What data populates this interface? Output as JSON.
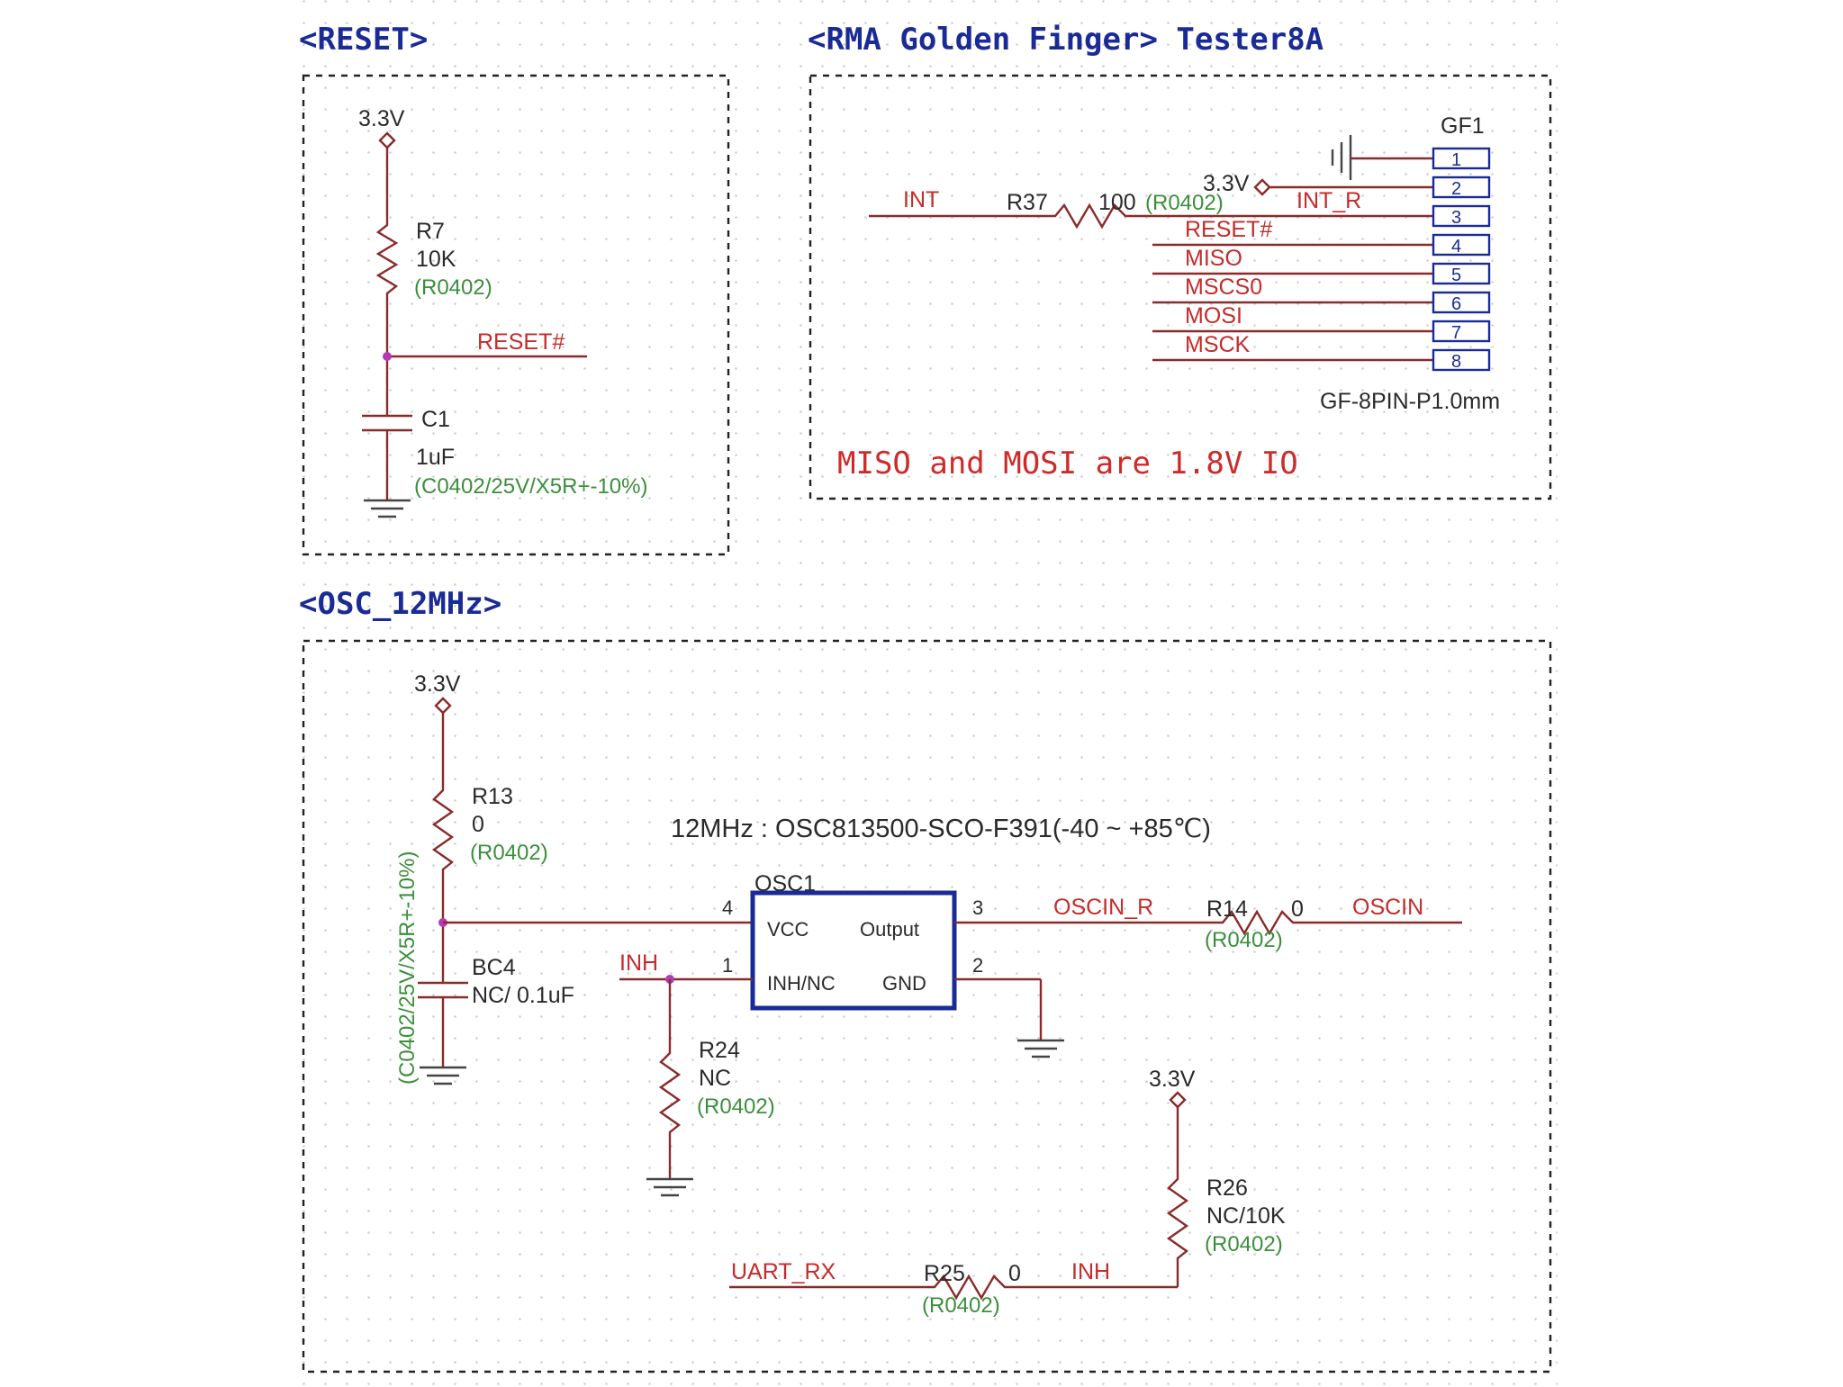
{
  "sections": {
    "reset_title": "<RESET>",
    "golden_title": "<RMA Golden Finger> Tester8A",
    "osc_title": "<OSC_12MHz>"
  },
  "reset": {
    "supply": "3.3V",
    "r7": {
      "ref": "R7",
      "value": "10K",
      "package": "(R0402)"
    },
    "net_reset": "RESET#",
    "c1": {
      "ref": "C1",
      "value": "1uF",
      "package": "(C0402/25V/X5R+-10%)"
    }
  },
  "golden": {
    "connector_ref": "GF1",
    "connector_type": "GF-8PIN-P1.0mm",
    "supply": "3.3V",
    "net_int": "INT",
    "r37": {
      "ref": "R37",
      "value": "100",
      "package": "(R0402)"
    },
    "net_int_r": "INT_R",
    "signals": [
      "RESET#",
      "MISO",
      "MSCS0",
      "MOSI",
      "MSCK"
    ],
    "pins": [
      "1",
      "2",
      "3",
      "4",
      "5",
      "6",
      "7",
      "8"
    ],
    "note": "MISO and MOSI are 1.8V IO"
  },
  "osc": {
    "supply_main": "3.3V",
    "r13": {
      "ref": "R13",
      "value": "0",
      "package": "(R0402)"
    },
    "bc4": {
      "ref": "BC4",
      "value": "NC/ 0.1uF",
      "package": "(C0402/25V/X5R+-10%)"
    },
    "part_note": "12MHz : OSC813500-SCO-F391(-40 ~ +85℃)",
    "osc1": {
      "ref": "OSC1",
      "pin_vcc": "VCC",
      "pin_output": "Output",
      "pin_inh": "INH/NC",
      "pin_gnd": "GND",
      "pin_num_vcc": "4",
      "pin_num_output": "3",
      "pin_num_inh": "1",
      "pin_num_gnd": "2"
    },
    "net_inh": "INH",
    "net_oscin_r": "OSCIN_R",
    "r14": {
      "ref": "R14",
      "value": "0",
      "package": "(R0402)"
    },
    "net_oscin": "OSCIN",
    "r24": {
      "ref": "R24",
      "value": "NC",
      "package": "(R0402)"
    },
    "supply_r26": "3.3V",
    "r26": {
      "ref": "R26",
      "value": "NC/10K",
      "package": "(R0402)"
    },
    "net_uart_rx": "UART_RX",
    "r25": {
      "ref": "R25",
      "value": "0",
      "package": "(R0402)"
    },
    "net_inh2": "INH"
  },
  "colors": {
    "title": "#1b2b96",
    "net_label": "#c52b2b",
    "package": "#3b8f3b",
    "wire": "#8a2a2a",
    "ic_outline": "#1b2b96"
  }
}
